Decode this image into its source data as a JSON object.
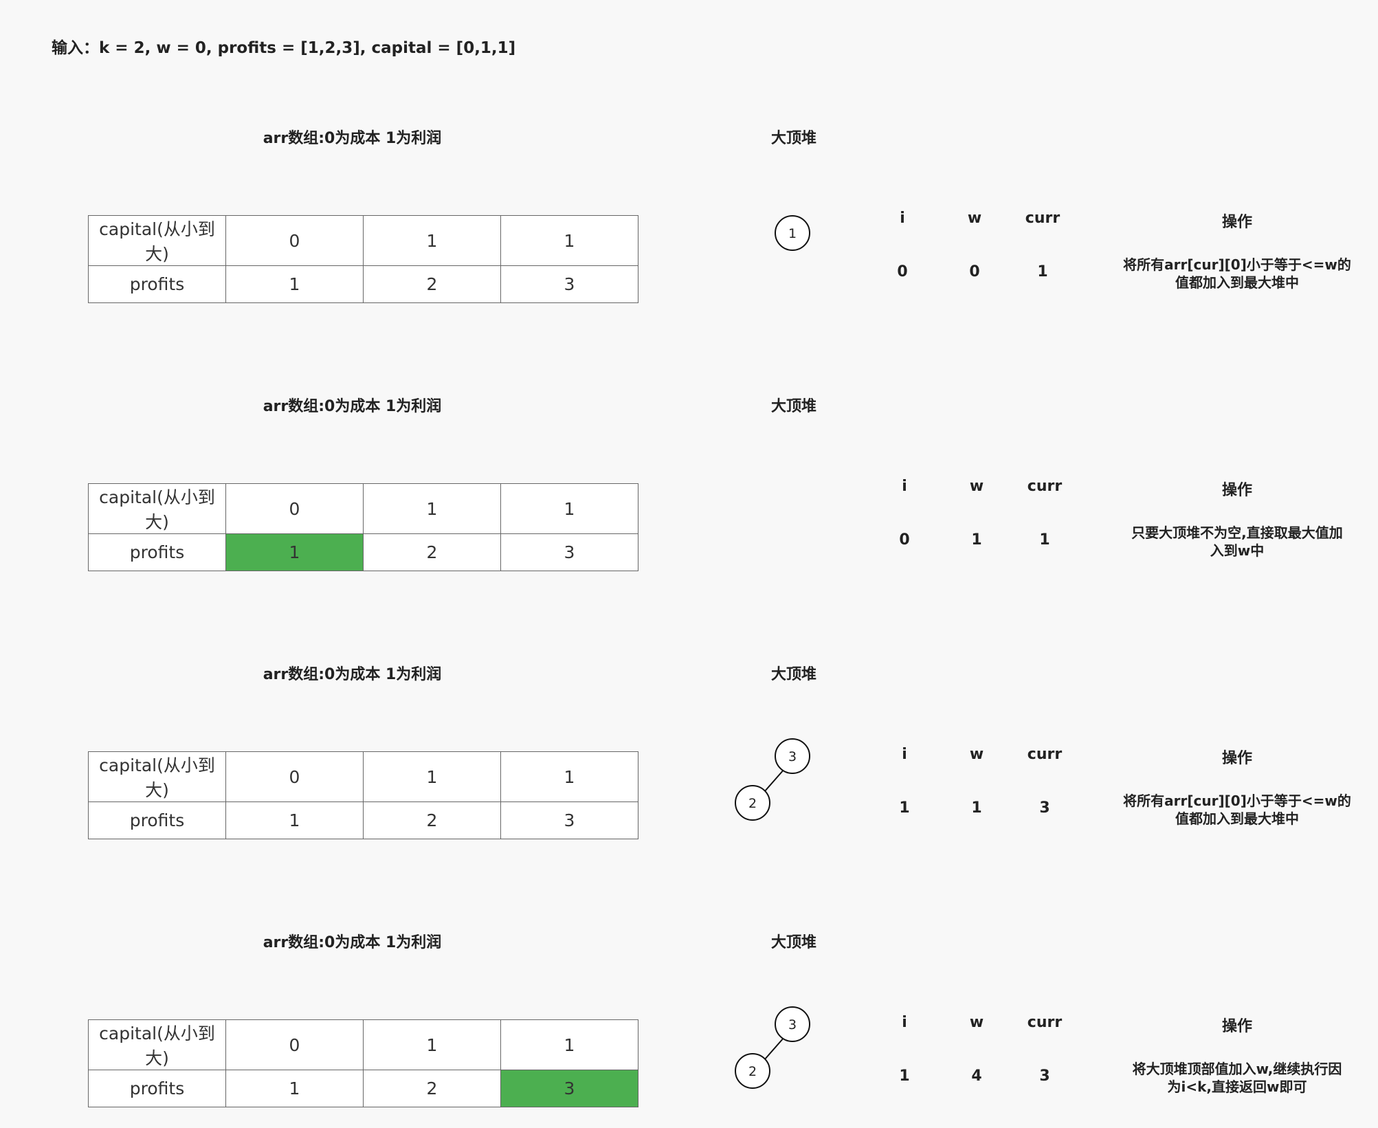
{
  "input_line": "输入：k = 2, w = 0, profits = [1,2,3], capital = [0,1,1]",
  "steps": [
    {
      "arr_title": "arr数组:0为成本 1为利润",
      "heap_title": "大顶堆",
      "capital_label": "capital(从小到大)",
      "profits_label": "profits",
      "capital": [
        "0",
        "1",
        "1"
      ],
      "profits": [
        "1",
        "2",
        "3"
      ],
      "highlight_profit_index": null,
      "heap_nodes": [
        "1"
      ],
      "headers": {
        "i": "i",
        "w": "w",
        "curr": "curr",
        "op": "操作"
      },
      "values": {
        "i": "0",
        "w": "0",
        "curr": "1"
      },
      "operation_line1": "将所有arr[cur][0]小于等于<=w的",
      "operation_line2": "值都加入到最大堆中"
    },
    {
      "arr_title": "arr数组:0为成本 1为利润",
      "heap_title": "大顶堆",
      "capital_label": "capital(从小到大)",
      "profits_label": "profits",
      "capital": [
        "0",
        "1",
        "1"
      ],
      "profits": [
        "1",
        "2",
        "3"
      ],
      "highlight_profit_index": 0,
      "heap_nodes": [],
      "headers": {
        "i": "i",
        "w": "w",
        "curr": "curr",
        "op": "操作"
      },
      "values": {
        "i": "0",
        "w": "1",
        "curr": "1"
      },
      "operation_line1": "只要大顶堆不为空,直接取最大值加",
      "operation_line2": "入到w中"
    },
    {
      "arr_title": "arr数组:0为成本 1为利润",
      "heap_title": "大顶堆",
      "capital_label": "capital(从小到大)",
      "profits_label": "profits",
      "capital": [
        "0",
        "1",
        "1"
      ],
      "profits": [
        "1",
        "2",
        "3"
      ],
      "highlight_profit_index": null,
      "heap_nodes": [
        "3",
        "2"
      ],
      "headers": {
        "i": "i",
        "w": "w",
        "curr": "curr",
        "op": "操作"
      },
      "values": {
        "i": "1",
        "w": "1",
        "curr": "3"
      },
      "operation_line1": "将所有arr[cur][0]小于等于<=w的",
      "operation_line2": "值都加入到最大堆中"
    },
    {
      "arr_title": "arr数组:0为成本 1为利润",
      "heap_title": "大顶堆",
      "capital_label": "capital(从小到大)",
      "profits_label": "profits",
      "capital": [
        "0",
        "1",
        "1"
      ],
      "profits": [
        "1",
        "2",
        "3"
      ],
      "highlight_profit_index": 2,
      "heap_nodes": [
        "3",
        "2"
      ],
      "headers": {
        "i": "i",
        "w": "w",
        "curr": "curr",
        "op": "操作"
      },
      "values": {
        "i": "1",
        "w": "4",
        "curr": "3"
      },
      "operation_line1": "将大顶堆顶部值加入w,继续执行因",
      "operation_line2": "为i<k,直接返回w即可"
    }
  ],
  "colors": {
    "highlight": "#4caf50",
    "border": "#666666"
  }
}
